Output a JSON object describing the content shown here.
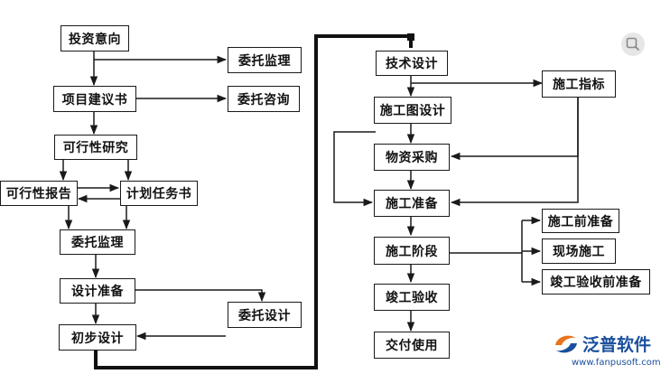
{
  "nodes": {
    "touzi_yixiang": "投资意向",
    "weituo_jianli_1": "委托监理",
    "xiangmu_jianyishu": "项目建议书",
    "weituo_zixun": "委托咨询",
    "kexingxing_yanjiu": "可行性研究",
    "kexingxing_baogao": "可行性报告",
    "jihua_renwushu": "计划任务书",
    "weituo_jianli_2": "委托监理",
    "sheji_zhunbei": "设计准备",
    "weituo_sheji": "委托设计",
    "chubu_sheji": "初步设计",
    "jishu_sheji": "技术设计",
    "shigong_zhibiao": "施工指标",
    "shigongtu_sheji": "施工图设计",
    "wuzi_caigou": "物资采购",
    "shigong_zhunbei": "施工准备",
    "shigong_qian_zhunbei": "施工前准备",
    "shigong_jieduan": "施工阶段",
    "xianchang_shigong": "现场施工",
    "jungong_yanshou": "竣工验收",
    "jungong_yanshou_qian_zhunbei": "竣工验收前准备",
    "jiaofu_shiyong": "交付使用"
  },
  "watermark": {
    "brand": "泛普软件",
    "url": "www.fanpusoft.com",
    "color": "#1a4f9c"
  },
  "icons": {
    "zoom": "zoom-icon",
    "logo": "fanpu-logo-icon"
  }
}
